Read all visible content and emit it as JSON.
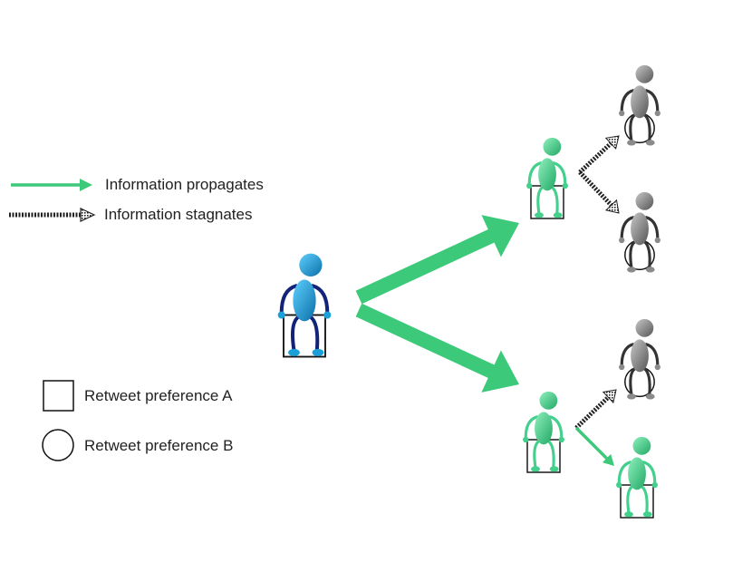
{
  "colors": {
    "propagate": "#3cc97a",
    "stagnate": "#222222",
    "origin_figure": "#1aa0d8",
    "origin_limbs": "#14237a",
    "green_figure": "#43d08c",
    "grey_figure": "#8a8a8a",
    "grey_limbs": "#333333",
    "box_stroke": "#111111"
  },
  "legend": {
    "propagates_label": "Information propagates",
    "stagnates_label": "Information stagnates",
    "preference_a_label": "Retweet preference A",
    "preference_b_label": "Retweet preference B"
  },
  "nodes": [
    {
      "id": "origin",
      "color": "origin",
      "preference": "A"
    },
    {
      "id": "top-mid",
      "color": "green",
      "preference": "A"
    },
    {
      "id": "top-right-upper",
      "color": "grey",
      "preference": "B"
    },
    {
      "id": "top-right-lower",
      "color": "grey",
      "preference": "B"
    },
    {
      "id": "bottom-mid",
      "color": "green",
      "preference": "A"
    },
    {
      "id": "bottom-right-upper",
      "color": "grey",
      "preference": "B"
    },
    {
      "id": "bottom-right-lower",
      "color": "green",
      "preference": "A"
    }
  ],
  "edges": [
    {
      "from": "origin",
      "to": "top-mid",
      "type": "propagates"
    },
    {
      "from": "origin",
      "to": "bottom-mid",
      "type": "propagates"
    },
    {
      "from": "top-mid",
      "to": "top-right-upper",
      "type": "stagnates"
    },
    {
      "from": "top-mid",
      "to": "top-right-lower",
      "type": "stagnates"
    },
    {
      "from": "bottom-mid",
      "to": "bottom-right-upper",
      "type": "stagnates"
    },
    {
      "from": "bottom-mid",
      "to": "bottom-right-lower",
      "type": "propagates"
    }
  ]
}
